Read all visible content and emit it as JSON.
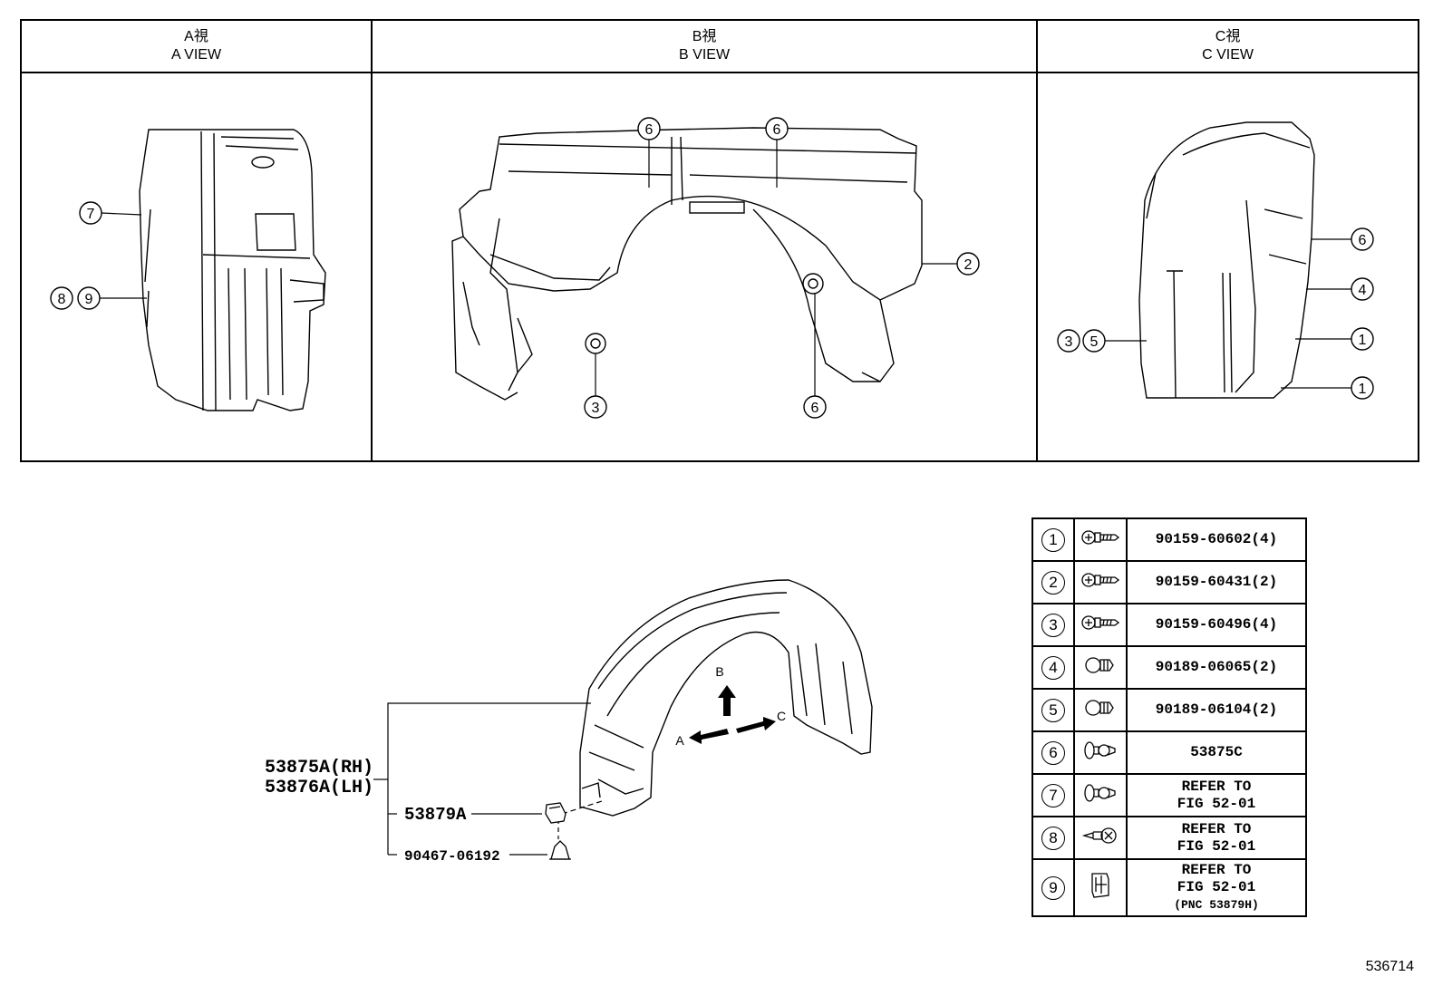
{
  "views": [
    {
      "jp": "A視",
      "en": "A VIEW"
    },
    {
      "jp": "B視",
      "en": "B VIEW"
    },
    {
      "jp": "C視",
      "en": "C VIEW"
    }
  ],
  "callouts": {
    "a": [
      "7",
      "8",
      "9"
    ],
    "b": [
      "6",
      "6",
      "2",
      "3",
      "6"
    ],
    "c": [
      "6",
      "4",
      "1",
      "1",
      "3",
      "5"
    ]
  },
  "main_labels": {
    "rh": "53875A(RH)",
    "lh": "53876A(LH)",
    "clip": "53879A",
    "fastener": "90467-06192",
    "arrow_a": "A",
    "arrow_b": "B",
    "arrow_c": "C"
  },
  "parts": [
    {
      "num": "1",
      "icon": "screw-icon",
      "lines": [
        "90159-60602(4)"
      ]
    },
    {
      "num": "2",
      "icon": "screw-icon",
      "lines": [
        "90159-60431(2)"
      ]
    },
    {
      "num": "3",
      "icon": "screw-icon",
      "lines": [
        "90159-60496(4)"
      ]
    },
    {
      "num": "4",
      "icon": "nut-icon",
      "lines": [
        "90189-06065(2)"
      ]
    },
    {
      "num": "5",
      "icon": "nut-icon",
      "lines": [
        "90189-06104(2)"
      ]
    },
    {
      "num": "6",
      "icon": "clip-icon",
      "lines": [
        "53875C"
      ]
    },
    {
      "num": "7",
      "icon": "clip-icon",
      "lines": [
        "REFER TO",
        "FIG 52-01"
      ]
    },
    {
      "num": "8",
      "icon": "rivet-icon",
      "lines": [
        "REFER TO",
        "FIG 52-01"
      ]
    },
    {
      "num": "9",
      "icon": "retainer-icon",
      "lines": [
        "REFER TO",
        "FIG 52-01",
        "(PNC 53879H)"
      ]
    }
  ],
  "diagram_number": "536714"
}
